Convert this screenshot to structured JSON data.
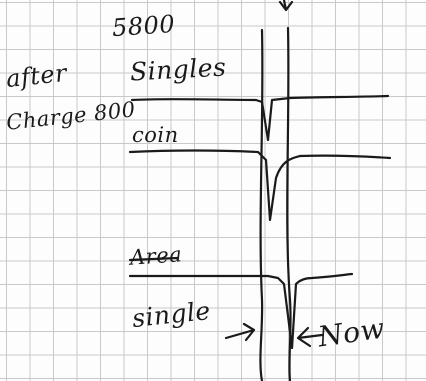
{
  "labels": {
    "top_count": "5800",
    "top_singles": "Singles",
    "after": "after",
    "charge_800": "Charge 800",
    "coin": "coin",
    "area": "Area",
    "single": "single",
    "now": "Now"
  },
  "ink_color": "#1a1a1a",
  "grid_color": "#c9c9c9"
}
